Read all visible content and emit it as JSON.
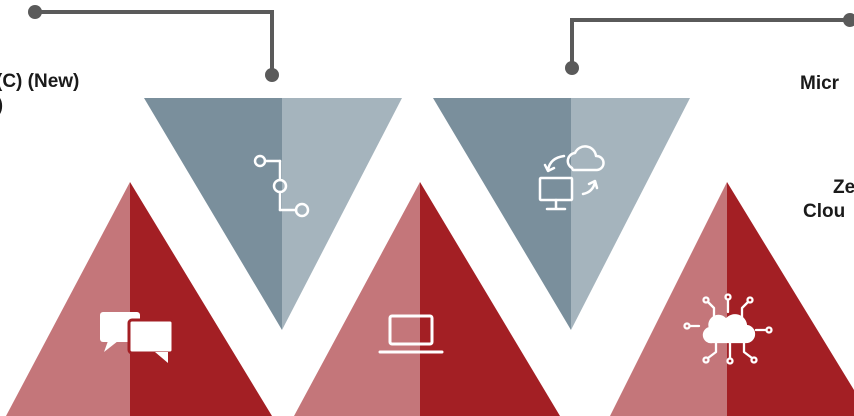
{
  "labels": {
    "left_line1": "(C) (New)",
    "left_line2": "w)",
    "right_top": "Micr",
    "right_mid_line1": "Ze",
    "right_mid_line2": "Clou"
  },
  "colors": {
    "red_dark": "#a31f24",
    "red_light": "#bf6a6d",
    "gray_dark": "#7a8f9c",
    "gray_light": "#a5b4bd",
    "connector": "#5a5a5a",
    "text": "#1a1a1a",
    "icon": "#ffffff"
  },
  "shapes": [
    {
      "kind": "up-triangle",
      "color": "red",
      "icon": "chat-bubbles-icon"
    },
    {
      "kind": "down-triangle",
      "color": "gray",
      "icon": "workflow-nodes-icon"
    },
    {
      "kind": "up-triangle",
      "color": "red",
      "icon": "laptop-icon"
    },
    {
      "kind": "down-triangle",
      "color": "gray",
      "icon": "cloud-sync-monitor-icon"
    },
    {
      "kind": "up-triangle",
      "color": "red",
      "icon": "cloud-network-icon"
    }
  ]
}
